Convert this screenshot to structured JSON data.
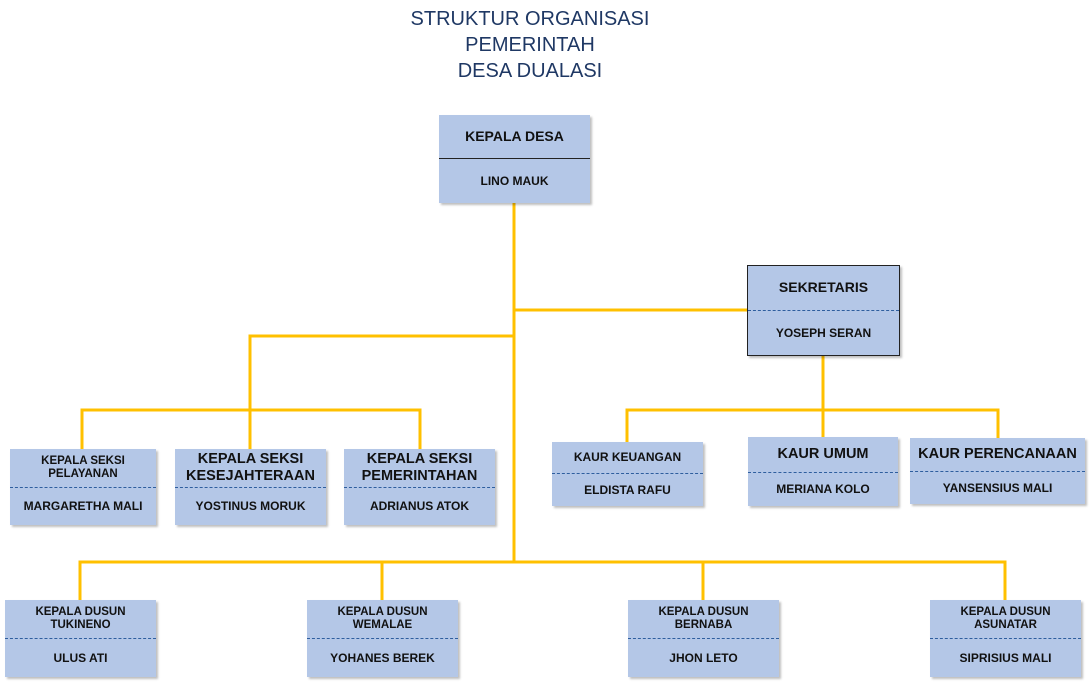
{
  "title": {
    "line1": "STRUKTUR ORGANISASI",
    "line2": "PEMERINTAH",
    "line3": "DESA DUALASI"
  },
  "colors": {
    "connector": "#ffc000",
    "box_fill": "#b4c7e7",
    "title_text": "#1f3864"
  },
  "kepala_desa": {
    "role": "KEPALA DESA",
    "name": "LINO MAUK"
  },
  "sekretaris": {
    "role": "SEKRETARIS",
    "name": "YOSEPH SERAN"
  },
  "kepala_seksi": [
    {
      "role": "KEPALA SEKSI\nPELAYANAN",
      "name": "MARGARETHA MALI"
    },
    {
      "role": "KEPALA SEKSI\nKESEJAHTERAAN",
      "name": "YOSTINUS MORUK"
    },
    {
      "role": "KEPALA SEKSI\nPEMERINTAHAN",
      "name": "ADRIANUS ATOK"
    }
  ],
  "kaur": [
    {
      "role": "KAUR KEUANGAN",
      "name": "ELDISTA RAFU"
    },
    {
      "role": "KAUR UMUM",
      "name": "MERIANA KOLO"
    },
    {
      "role": "KAUR PERENCANAAN",
      "name": "YANSENSIUS MALI"
    }
  ],
  "kepala_dusun": [
    {
      "role": "KEPALA DUSUN\nTUKINENO",
      "name": "ULUS ATI"
    },
    {
      "role": "KEPALA DUSUN\nWEMALAE",
      "name": "YOHANES BEREK"
    },
    {
      "role": "KEPALA DUSUN\nBERNABA",
      "name": "JHON LETO"
    },
    {
      "role": "KEPALA DUSUN\nASUNATAR",
      "name": "SIPRISIUS MALI"
    }
  ]
}
